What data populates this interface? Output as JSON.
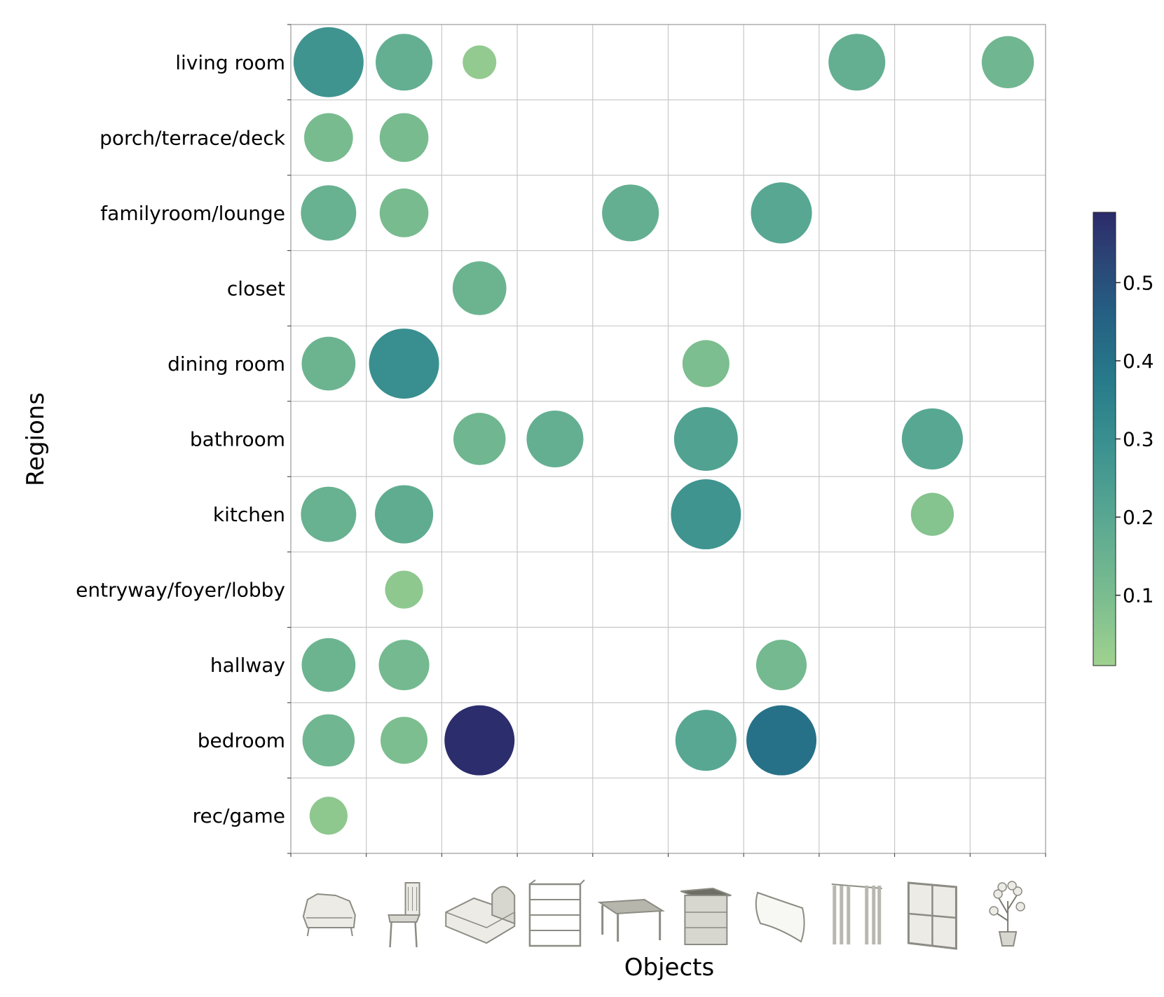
{
  "chart_data": {
    "type": "bubble-matrix",
    "xlabel": "Objects",
    "ylabel": "Regions",
    "rows": [
      "living room",
      "porch/terrace/deck",
      "familyroom/lounge",
      "closet",
      "dining room",
      "bathroom",
      "kitchen",
      "entryway/foyer/lobby",
      "hallway",
      "bedroom",
      "rec/game"
    ],
    "columns": [
      "sofa",
      "chair",
      "bed",
      "shelving",
      "table",
      "nightstand",
      "pillow",
      "curtain",
      "window",
      "plant"
    ],
    "column_icons": [
      "sofa-icon",
      "chair-icon",
      "bed-icon",
      "shelving-icon",
      "table-icon",
      "nightstand-icon",
      "pillow-icon",
      "curtain-icon",
      "window-icon",
      "plant-icon"
    ],
    "points": [
      {
        "row": "living room",
        "col": "sofa",
        "value": 0.25
      },
      {
        "row": "living room",
        "col": "chair",
        "value": 0.15
      },
      {
        "row": "living room",
        "col": "bed",
        "value": 0.04
      },
      {
        "row": "living room",
        "col": "curtain",
        "value": 0.15
      },
      {
        "row": "living room",
        "col": "plant",
        "value": 0.12
      },
      {
        "row": "porch/terrace/deck",
        "col": "sofa",
        "value": 0.1
      },
      {
        "row": "porch/terrace/deck",
        "col": "chair",
        "value": 0.1
      },
      {
        "row": "familyroom/lounge",
        "col": "sofa",
        "value": 0.14
      },
      {
        "row": "familyroom/lounge",
        "col": "chair",
        "value": 0.1
      },
      {
        "row": "familyroom/lounge",
        "col": "table",
        "value": 0.15
      },
      {
        "row": "familyroom/lounge",
        "col": "pillow",
        "value": 0.18
      },
      {
        "row": "closet",
        "col": "bed",
        "value": 0.13
      },
      {
        "row": "dining room",
        "col": "sofa",
        "value": 0.13
      },
      {
        "row": "dining room",
        "col": "chair",
        "value": 0.27
      },
      {
        "row": "dining room",
        "col": "nightstand",
        "value": 0.09
      },
      {
        "row": "bathroom",
        "col": "bed",
        "value": 0.12
      },
      {
        "row": "bathroom",
        "col": "shelving",
        "value": 0.15
      },
      {
        "row": "bathroom",
        "col": "nightstand",
        "value": 0.2
      },
      {
        "row": "bathroom",
        "col": "window",
        "value": 0.18
      },
      {
        "row": "kitchen",
        "col": "sofa",
        "value": 0.14
      },
      {
        "row": "kitchen",
        "col": "chair",
        "value": 0.16
      },
      {
        "row": "kitchen",
        "col": "nightstand",
        "value": 0.25
      },
      {
        "row": "kitchen",
        "col": "window",
        "value": 0.07
      },
      {
        "row": "entryway/foyer/lobby",
        "col": "chair",
        "value": 0.05
      },
      {
        "row": "hallway",
        "col": "sofa",
        "value": 0.13
      },
      {
        "row": "hallway",
        "col": "chair",
        "value": 0.11
      },
      {
        "row": "hallway",
        "col": "pillow",
        "value": 0.11
      },
      {
        "row": "bedroom",
        "col": "sofa",
        "value": 0.12
      },
      {
        "row": "bedroom",
        "col": "chair",
        "value": 0.09
      },
      {
        "row": "bedroom",
        "col": "bed",
        "value": 0.58
      },
      {
        "row": "bedroom",
        "col": "nightstand",
        "value": 0.18
      },
      {
        "row": "bedroom",
        "col": "pillow",
        "value": 0.37
      },
      {
        "row": "rec/game",
        "col": "sofa",
        "value": 0.05
      }
    ],
    "colorbar": {
      "min": 0.01,
      "max": 0.59,
      "ticks": [
        0.1,
        0.2,
        0.3,
        0.4,
        0.5
      ],
      "tick_labels": [
        "0.1",
        "0.2",
        "0.3",
        "0.4",
        "0.5"
      ],
      "colormap": "crest",
      "colors": [
        "#a0d28f",
        "#7bbd8f",
        "#5aa892",
        "#3c9290",
        "#277a8a",
        "#255f83",
        "#2c3f73",
        "#2c2b6b"
      ]
    },
    "grid": true
  }
}
